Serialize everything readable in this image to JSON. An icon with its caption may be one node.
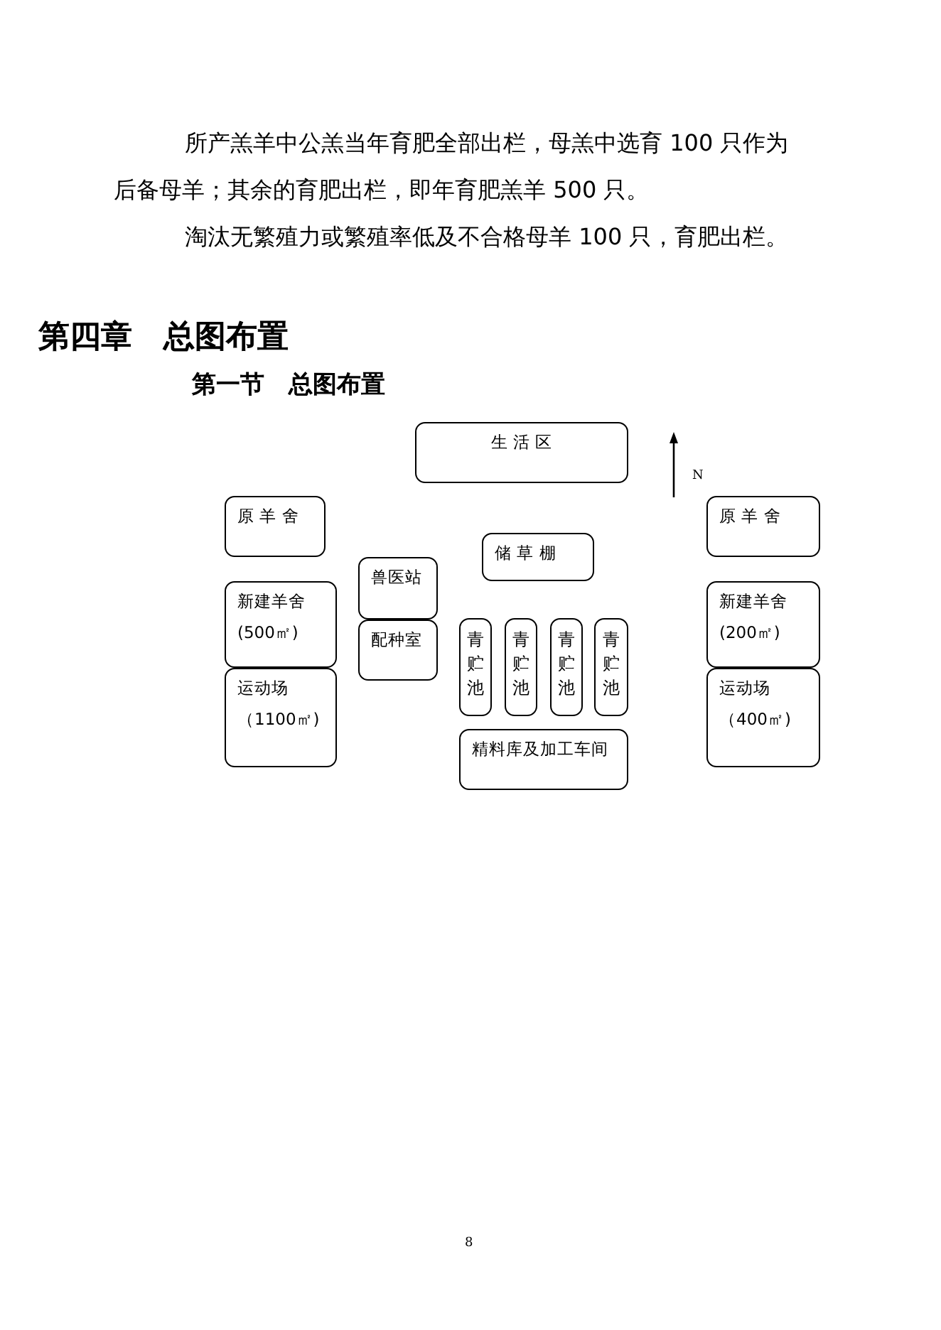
{
  "diagram": {
    "nodes": [
      {
        "text": [
          "生 活 区"
        ]
      },
      {
        "text": [
          "原 羊 舍"
        ]
      },
      {
        "text": [
          "原 羊 舍"
        ]
      },
      {
        "text": [
          "储 草 棚"
        ]
      },
      {
        "text": [
          "兽医站"
        ]
      },
      {
        "text": [
          "新建羊舍",
          "(500㎡)"
        ]
      },
      {
        "text": [
          "新建羊舍",
          "(200㎡)"
        ]
      },
      {
        "text": [
          "配种室"
        ]
      },
      {
        "text": [
          "青贮池"
        ]
      },
      {
        "text": [
          "青贮池"
        ]
      },
      {
        "text": [
          "青贮池"
        ]
      },
      {
        "text": [
          "青贮池"
        ]
      },
      {
        "text": [
          "运动场",
          "（1100㎡)"
        ]
      },
      {
        "text": [
          "运动场",
          "（400㎡)"
        ]
      },
      {
        "text": [
          "精料库及加工车间"
        ]
      }
    ],
    "labels": [
      "所产羔羊中公羔当年育肥全部出栏，母羔中选育 100 只作为后备母羊；其余的育肥出栏，即年育肥羔羊 500 只。",
      "淘汰无繁殖力或繁殖率低及不合格母羊 100 只，育肥出栏。",
      "第四章　总图布置",
      "第一节　总图布置",
      "N",
      "8"
    ]
  }
}
